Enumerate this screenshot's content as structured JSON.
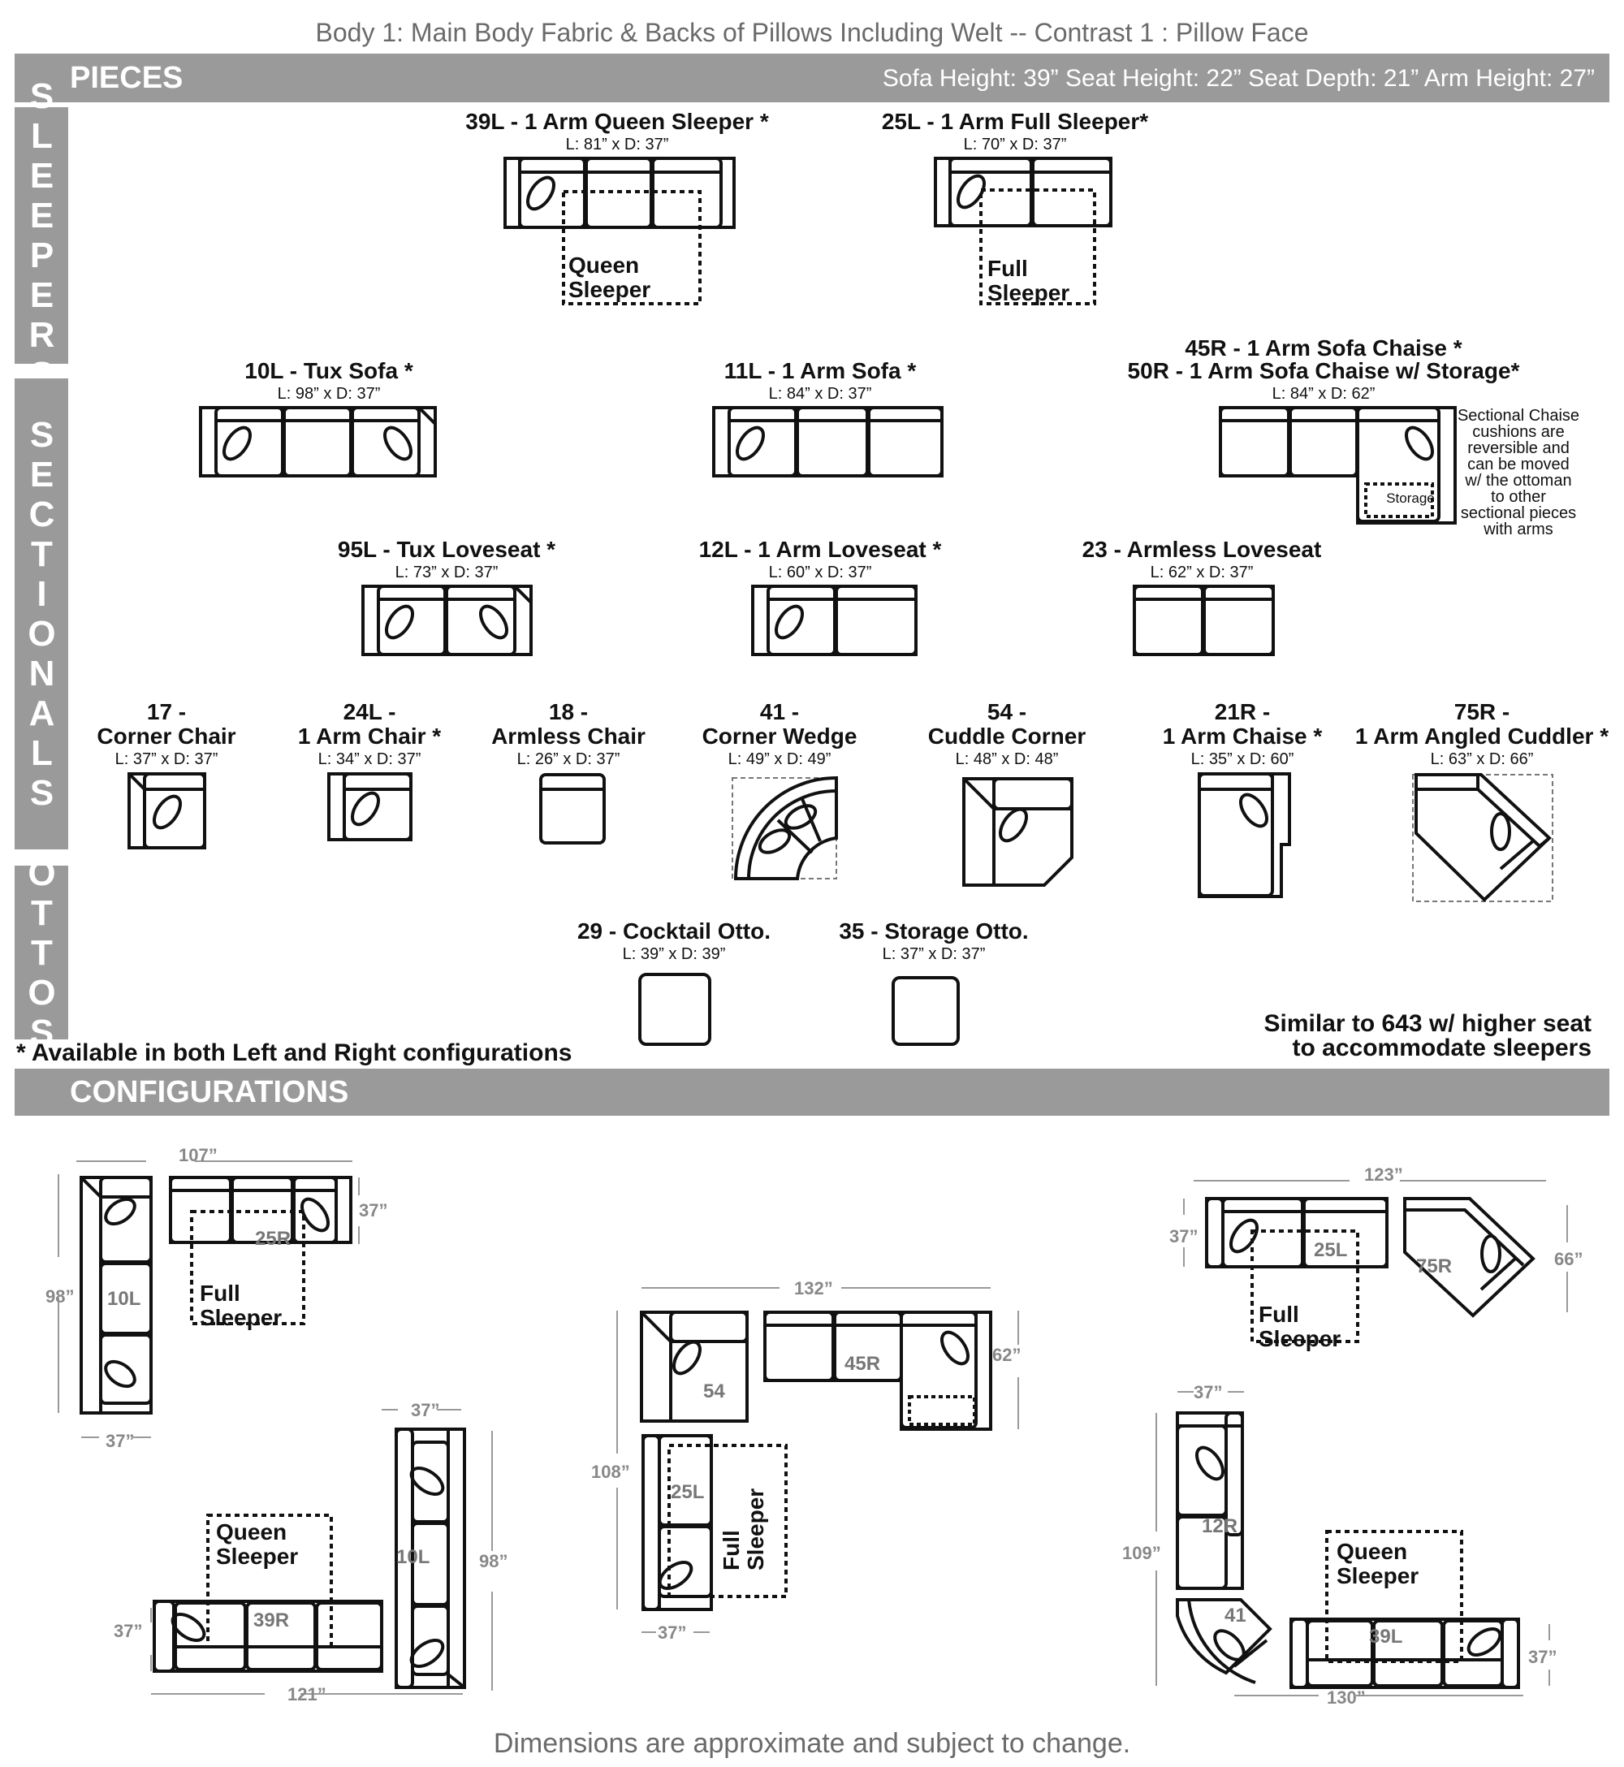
{
  "top_note": "Body 1: Main Body Fabric & Backs of Pillows Including Welt --  Contrast 1 : Pillow Face",
  "pieces_band": {
    "title": "PIECES",
    "specs": "Sofa Height: 39”   Seat Height: 22”   Seat Depth: 21”   Arm Height: 27”"
  },
  "sidebars": {
    "sleepers": "SLEEPERS",
    "sectionals": "SECTIONALS",
    "ottos": "OTTOS"
  },
  "pieces": {
    "p39l": {
      "label": "39L - 1 Arm Queen Sleeper *",
      "dims": "L: 81” x D: 37”",
      "inner": "Queen\nSleeper"
    },
    "p25l": {
      "label": "25L - 1 Arm Full Sleeper*",
      "dims": "L: 70” x D: 37”",
      "inner": "Full\nSleeper"
    },
    "p10l": {
      "label": "10L - Tux Sofa *",
      "dims": "L: 98” x D: 37”"
    },
    "p11l": {
      "label": "11L - 1 Arm Sofa *",
      "dims": "L: 84” x D: 37”"
    },
    "p45r": {
      "label1": "45R - 1 Arm Sofa Chaise *",
      "label2": "50R - 1 Arm Sofa Chaise w/ Storage*",
      "dims": "L: 84” x D: 62”",
      "storage": "Storage",
      "note": [
        "Sectional Chaise",
        "cushions are",
        "reversible and",
        "can be moved",
        "w/ the ottoman",
        "to other",
        "sectional pieces",
        "with arms"
      ]
    },
    "p95l": {
      "label": "95L - Tux Loveseat *",
      "dims": "L: 73” x D: 37”"
    },
    "p12l": {
      "label": "12L - 1 Arm Loveseat *",
      "dims": "L: 60” x D: 37”"
    },
    "p23": {
      "label": "23 - Armless Loveseat",
      "dims": "L: 62” x D: 37”"
    },
    "p17": {
      "label1": "17 -",
      "label2": "Corner Chair",
      "dims": "L: 37” x D: 37”"
    },
    "p24l": {
      "label1": "24L -",
      "label2": "1 Arm Chair *",
      "dims": "L: 34” x D: 37”"
    },
    "p18": {
      "label1": "18 -",
      "label2": "Armless Chair",
      "dims": "L: 26” x D: 37”"
    },
    "p41": {
      "label1": "41 -",
      "label2": "Corner Wedge",
      "dims": "L: 49” x D: 49”"
    },
    "p54": {
      "label1": "54 -",
      "label2": "Cuddle Corner",
      "dims": "L: 48” x D: 48”"
    },
    "p21r": {
      "label1": "21R -",
      "label2": "1 Arm Chaise *",
      "dims": "L: 35” x D: 60”"
    },
    "p75r": {
      "label1": "75R -",
      "label2": "1 Arm Angled Cuddler *",
      "dims": "L: 63” x D: 66”"
    },
    "p29": {
      "label": "29 - Cocktail Otto.",
      "dims": "L: 39” x D: 39”"
    },
    "p35": {
      "label": "35 - Storage Otto.",
      "dims": "L: 37” x D: 37”"
    }
  },
  "similar_note": [
    "Similar to 643 w/ higher seat",
    "to accommodate sleepers"
  ],
  "avail_note": "* Available in both Left and Right configurations",
  "config_band": {
    "title": "CONFIGURATIONS"
  },
  "configs": {
    "c1": {
      "width": "107”",
      "depth_right": "37”",
      "height_left": "98”",
      "bottom": "37”",
      "piece_a": "25R",
      "piece_b": "10L",
      "sleeper": "Full\nSleeper"
    },
    "c2": {
      "width": "121”",
      "depth_left": "37”",
      "top_right": "37”",
      "height_right": "98”",
      "piece_a": "39R",
      "piece_b": "10L",
      "sleeper": "Queen\nSleeper"
    },
    "c3": {
      "width": "132”",
      "depth_right": "62”",
      "height_left": "108”",
      "bottom": "37”",
      "piece_a": "45R",
      "piece_b": "54",
      "piece_c": "25L",
      "sleeper": "Full\nSleeper"
    },
    "c4": {
      "width": "123”",
      "depth_left": "37”",
      "depth_right": "66”",
      "piece_a": "25L",
      "piece_b": "75R",
      "sleeper": "Full\nSleeper"
    },
    "c5": {
      "top": "37”",
      "height_left": "109”",
      "width": "130”",
      "depth_right": "37”",
      "piece_a": "12R",
      "piece_b": "41",
      "piece_c": "39L",
      "sleeper": "Queen\nSleeper"
    }
  },
  "footer": "Dimensions are approximate and subject to change."
}
